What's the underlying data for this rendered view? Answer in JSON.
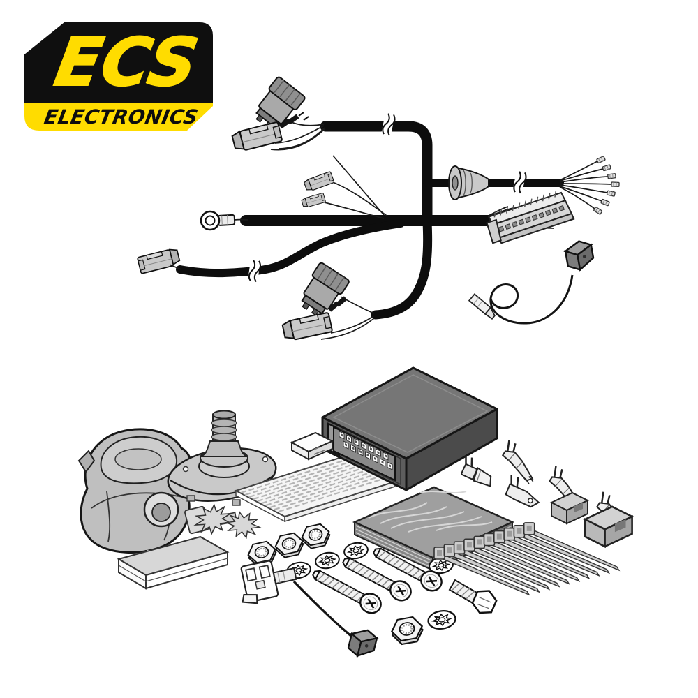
{
  "palette": {
    "brand_yellow": "#FFDC00",
    "logo_black": "#0F0F0F",
    "line_black": "#111111",
    "part_grey_light": "#C9C9C9",
    "part_grey_dark": "#8F8F8F",
    "module_grey": "#5D5D5D",
    "background": "#FFFFFF"
  },
  "logo": {
    "brand": "ECS",
    "subtitle": "ELECTRONICS"
  },
  "kit": {
    "harness_parts": [
      "main-cable-loom",
      "bulb-holder-connectors",
      "rectangular-plug-connectors",
      "crimp-splices",
      "cable-break-marks",
      "firewall-grommet",
      "splayed-wire-ends-with-terminals",
      "ring-terminal",
      "multi-pin-ecu-connector",
      "branch-plug-connector",
      "inline-mini-connectors",
      "pigtail-lead-with-connector-and-terminal"
    ],
    "loose_components": [
      {
        "name": "7-pin-towbar-socket",
        "count": 1
      },
      {
        "name": "socket-mounting-plate-with-gaiter",
        "count": 1
      },
      {
        "name": "fir-tree-cable-clips",
        "count": 2
      },
      {
        "name": "adhesive-foam-pad",
        "count": 1
      },
      {
        "name": "sticker-sheet",
        "count": 1
      },
      {
        "name": "electronic-control-module",
        "count": 1
      },
      {
        "name": "mini-connector-housing-white",
        "count": 1
      },
      {
        "name": "scratch-guard-pad-stack",
        "count": 1
      },
      {
        "name": "hex-nuts",
        "count": 4
      },
      {
        "name": "serrated-lock-washers",
        "count": 5
      },
      {
        "name": "phillips-pan-head-screws",
        "count": 3
      },
      {
        "name": "hex-head-bolt",
        "count": 1
      },
      {
        "name": "cable-ties",
        "count": 10
      },
      {
        "name": "crimp-pin-terminals",
        "count": 3
      },
      {
        "name": "female-spade-terminal",
        "count": 1
      },
      {
        "name": "male-blade-terminal",
        "count": 1
      },
      {
        "name": "connector-housings-grey",
        "count": 2
      },
      {
        "name": "fuse-tap-with-lead",
        "count": 1
      }
    ]
  }
}
